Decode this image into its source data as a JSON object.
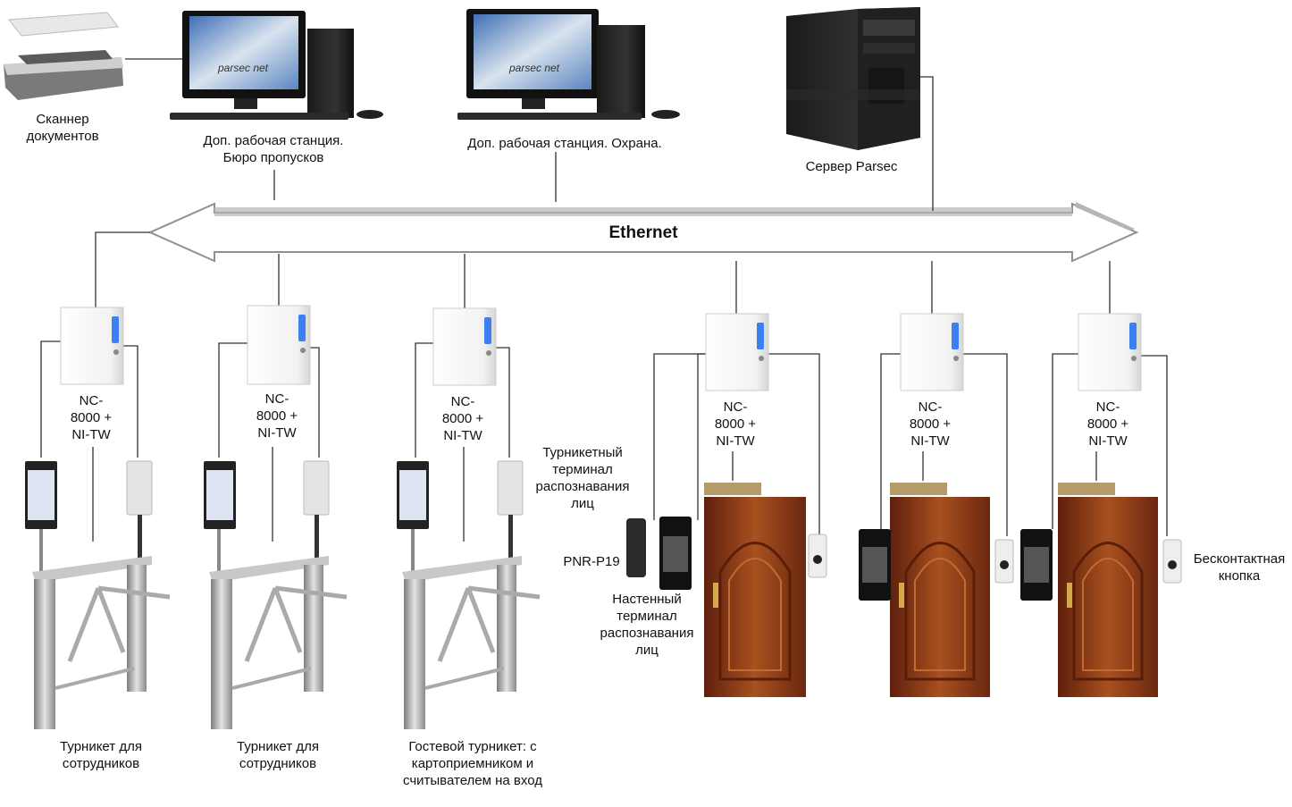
{
  "network": {
    "label": "Ethernet"
  },
  "top": {
    "scanner_label": "Сканнер документов",
    "workstation_badge_label": "Доп. рабочая станция. Бюро пропусков",
    "workstation_guard_label": "Доп. рабочая станция. Охрана.",
    "server_label": "Сервер Parsec",
    "monitor_logo": "parsec net"
  },
  "controllers": {
    "label_line1": "NC-",
    "label_line2": "8000 +",
    "label_line3": "NI-TW"
  },
  "turnstiles": [
    {
      "label": "Турникет для сотрудников"
    },
    {
      "label": "Турникет для сотрудников"
    },
    {
      "label": "Гостевой турникет: с картоприемником и считывателем на вход"
    }
  ],
  "annotations": {
    "turnstile_terminal": "Турникетный терминал распознавания лиц",
    "reader": "PNR-P19",
    "wall_terminal": "Настенный терминал распознавания лиц",
    "exit_button": "Бесконтактная кнопка"
  },
  "colors": {
    "wire": "#333333",
    "arrow_fill": "#ffffff",
    "arrow_edge": "#9a9a9a",
    "door": "#7a2e12",
    "door_light": "#a4491f",
    "controller_led": "#3b7ff0",
    "steel": "#a9a9a9"
  }
}
